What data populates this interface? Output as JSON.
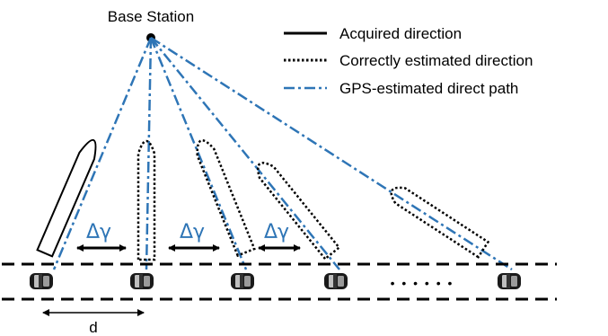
{
  "base_station": {
    "label": "Base Station"
  },
  "legend": {
    "acquired": "Acquired direction",
    "correct": "Correctly estimated direction",
    "gps": "GPS-estimated direct path"
  },
  "spacing_labels": [
    "Δγ",
    "Δγ",
    "Δγ"
  ],
  "distance_label": "d",
  "ellipsis": "• • • • • •",
  "colors": {
    "gps_line": "#2e75b6",
    "text_blue": "#2e75b6",
    "black": "#000000"
  }
}
